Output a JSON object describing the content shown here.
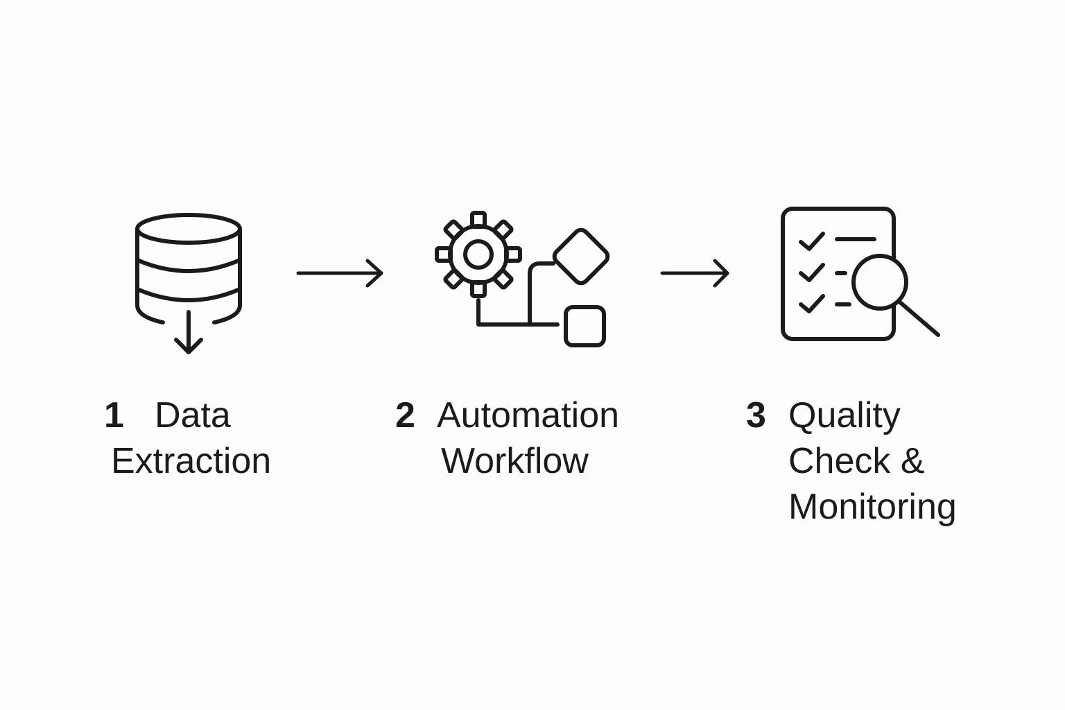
{
  "steps": [
    {
      "number": "1",
      "label_lines": [
        "Data",
        "Extraction"
      ],
      "icon": "database-download-icon"
    },
    {
      "number": "2",
      "label_lines": [
        "Automation",
        "Workflow"
      ],
      "icon": "gear-workflow-icon"
    },
    {
      "number": "3",
      "label_lines": [
        "Quality",
        "Check &",
        "Monitoring"
      ],
      "icon": "checklist-magnifier-icon"
    }
  ],
  "colors": {
    "stroke": "#1b1b1b",
    "background": "#fdfdfd"
  }
}
